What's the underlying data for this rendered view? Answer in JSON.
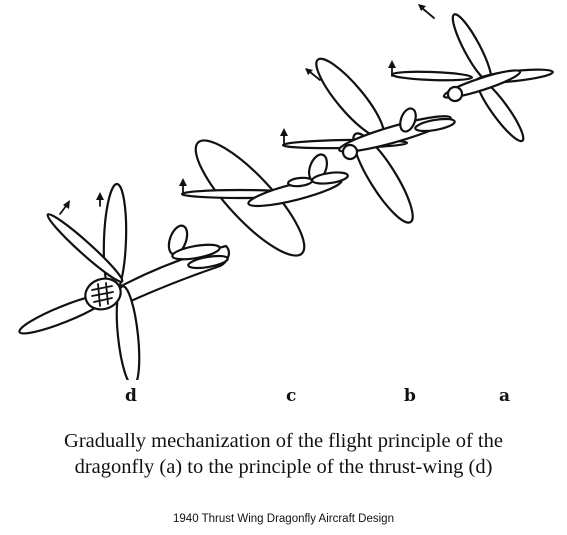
{
  "figure": {
    "labels": {
      "d": "d",
      "c": "c",
      "b": "b",
      "a": "a"
    }
  },
  "caption": {
    "line1": "Gradually mechanization of the flight principle of the",
    "line2": "dragonfly (a) to the principle of the thrust-wing (d)"
  },
  "footer": "1940 Thrust Wing Dragonfly Aircraft Design"
}
